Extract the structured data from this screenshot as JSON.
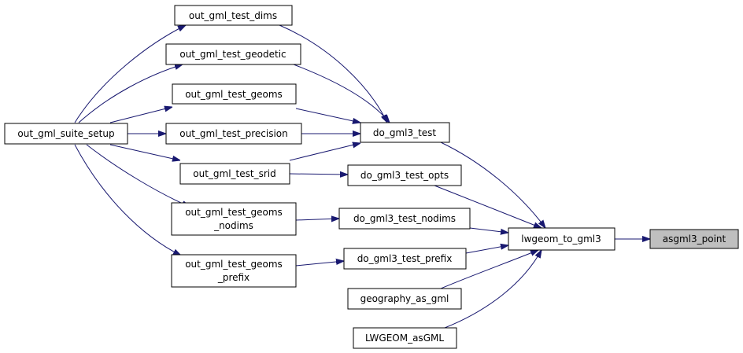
{
  "graph": {
    "nodes": {
      "asgml3_point": "asgml3_point",
      "lwgeom_to_gml3": "lwgeom_to_gml3",
      "do_gml3_test": "do_gml3_test",
      "do_gml3_test_opts": "do_gml3_test_opts",
      "do_gml3_test_nodims": "do_gml3_test_nodims",
      "do_gml3_test_prefix": "do_gml3_test_prefix",
      "geography_as_gml": "geography_as_gml",
      "LWGEOM_asGML": "LWGEOM_asGML",
      "out_gml_test_dims": "out_gml_test_dims",
      "out_gml_test_geodetic": "out_gml_test_geodetic",
      "out_gml_test_geoms": "out_gml_test_geoms",
      "out_gml_test_precision": "out_gml_test_precision",
      "out_gml_test_srid": "out_gml_test_srid",
      "out_gml_test_geoms_nodims_l1": "out_gml_test_geoms",
      "out_gml_test_geoms_nodims_l2": "_nodims",
      "out_gml_test_geoms_prefix_l1": "out_gml_test_geoms",
      "out_gml_test_geoms_prefix_l2": "_prefix",
      "out_gml_suite_setup": "out_gml_suite_setup"
    },
    "highlight_color": "#bfbfbf",
    "edge_color": "#191970"
  }
}
